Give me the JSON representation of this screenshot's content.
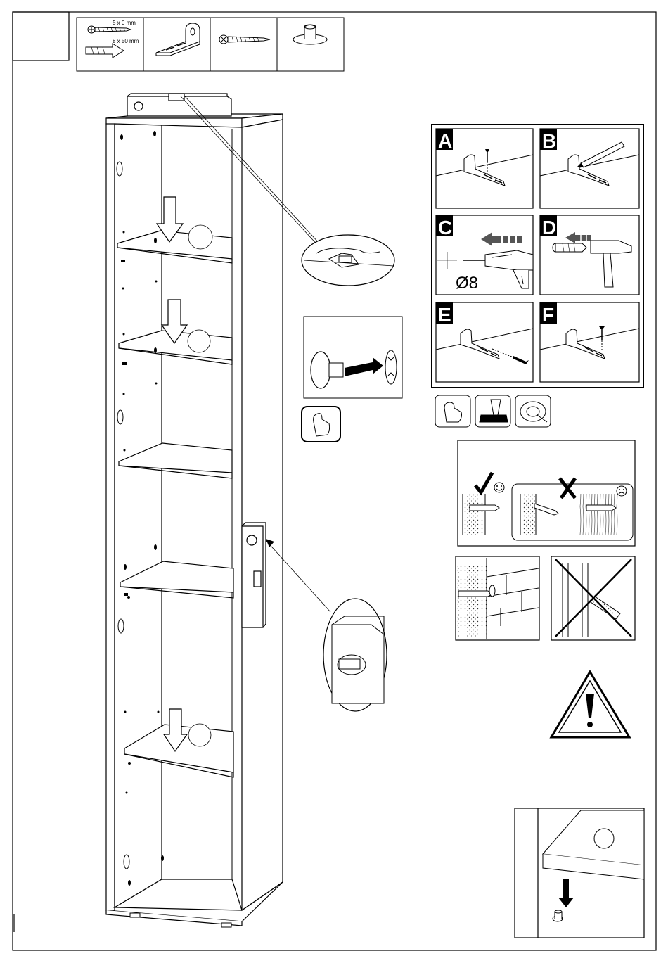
{
  "parts": {
    "screw_size": "5 x  0 mm",
    "dowel_size": "8 x 50 mm"
  },
  "steps": [
    {
      "letter": "A"
    },
    {
      "letter": "B"
    },
    {
      "letter": "C"
    },
    {
      "letter": "D"
    },
    {
      "letter": "E"
    },
    {
      "letter": "F"
    }
  ],
  "drill_size": "Ø8",
  "colors": {
    "ink": "#000000",
    "step_badge": "#000000",
    "paper": "#ffffff",
    "hatch": "#444444"
  },
  "icons": [
    "screw-icon",
    "dowel-icon",
    "bracket-icon",
    "wood-screw-icon",
    "peg-icon",
    "glove-icon",
    "hammer-icon",
    "tape-icon",
    "spirit-level-icon",
    "drill-icon",
    "pencil-icon",
    "warning-triangle-icon",
    "happy-face-icon",
    "sad-face-icon",
    "check-mark-icon",
    "cross-mark-icon"
  ]
}
